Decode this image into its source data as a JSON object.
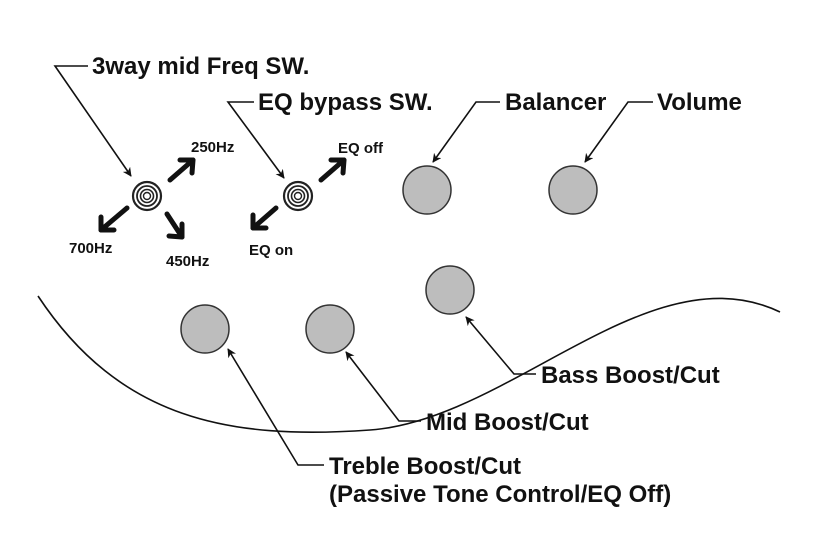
{
  "colors": {
    "knob_fill": "#bdbdbd",
    "ink": "#111111"
  },
  "switches": {
    "mid_freq": {
      "label": "3way mid Freq SW.",
      "positions": {
        "up": "250Hz",
        "left": "700Hz",
        "down": "450Hz"
      }
    },
    "eq_bypass": {
      "label": "EQ bypass SW.",
      "positions": {
        "up": "EQ off",
        "down": "EQ on"
      }
    }
  },
  "knobs": {
    "balancer": "Balancer",
    "volume": "Volume",
    "bass": "Bass Boost/Cut",
    "mid": "Mid Boost/Cut",
    "treble": "Treble Boost/Cut",
    "treble_note": "(Passive Tone Control/EQ Off)"
  }
}
